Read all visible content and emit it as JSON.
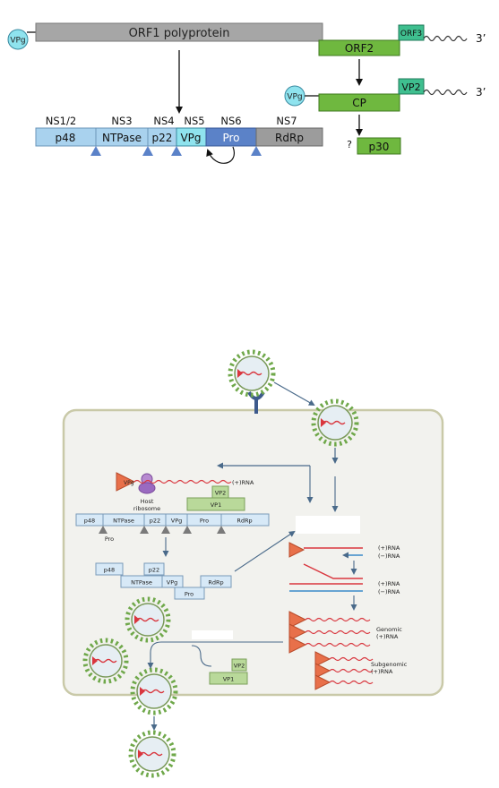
{
  "genome": {
    "vpg": "VPg",
    "orf1": "ORF1 polyprotein",
    "orf2": "ORF2",
    "orf3": "ORF3",
    "three_prime": "3’"
  },
  "protein_map": {
    "ns_labels": [
      "NS1/2",
      "NS3",
      "NS4",
      "NS5",
      "NS6",
      "NS7"
    ],
    "segments": [
      "p48",
      "NTPase",
      "p22",
      "VPg",
      "Pro",
      "RdRp"
    ]
  },
  "capsid": {
    "vpg": "VPg",
    "cp": "CP",
    "vp2": "VP2",
    "three_prime": "3’",
    "question": "?",
    "p30": "p30"
  },
  "cell": {
    "vpg": "VPg",
    "pos_rna": "(+)RNA",
    "host_ribosome": [
      "Host",
      "ribosome"
    ],
    "vp2": "VP2",
    "vp1": "VP1",
    "poly_segments": [
      "p48",
      "NTPase",
      "p22",
      "VPg",
      "Pro",
      "RdRp"
    ],
    "pro_label": "Pro",
    "cleaved_top": [
      "p48",
      "p22"
    ],
    "cleaved_bottom": [
      "NTPase",
      "VPg",
      "RdRp"
    ],
    "cleaved_pro": "Pro",
    "replication_labels": [
      "(+)RNA",
      "(−)RNA",
      "(+)RNA",
      "(−)RNA"
    ],
    "genomic": [
      "Genomic",
      "(+)RNA"
    ],
    "subgenomic": [
      "Subgenomic",
      "(+)RNA"
    ],
    "assembly_vp2": "VP2",
    "assembly_vp1": "VP1"
  },
  "colors": {
    "blue_light": "#a9d2ee",
    "cyan": "#8fe3ee",
    "pro_blue": "#5b82c8",
    "rdrp_gray": "#9c9c9c",
    "orf_gray": "#a6a6a6",
    "green": "#6fb83f",
    "teal": "#3fbf8f",
    "red": "#d9363e",
    "cell_bg": "#f2f2ee"
  }
}
